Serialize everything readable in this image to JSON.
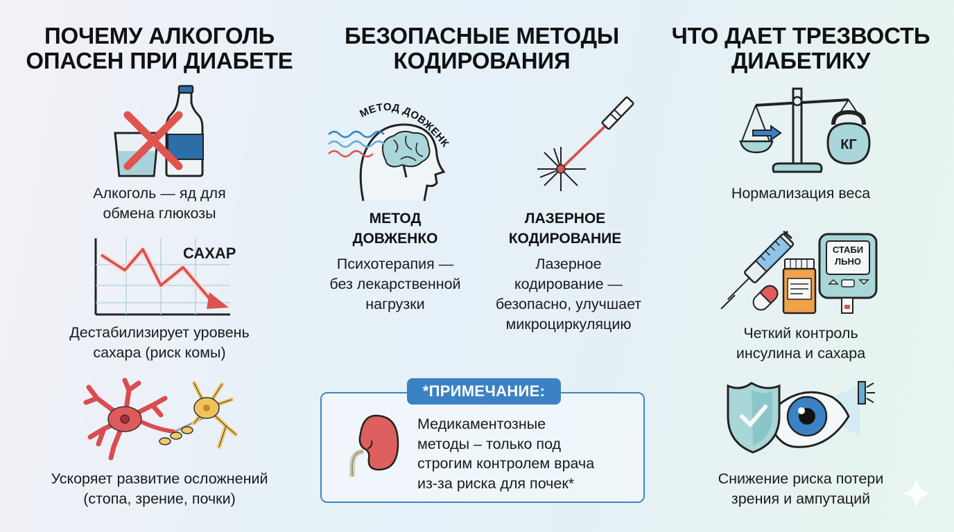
{
  "columns": {
    "left": {
      "title_lines": [
        "ПОЧЕМУ АЛКОГОЛЬ",
        "ОПАСЕН ПРИ ДИАБЕТЕ"
      ],
      "items": [
        {
          "caption_lines": [
            "Алкоголь — яд для",
            "обмена глюкозы"
          ]
        },
        {
          "chart_label": "САХАР",
          "caption_lines": [
            "Дестабилизирует уровень",
            "сахара (риск комы)"
          ]
        },
        {
          "caption_lines": [
            "Ускоряет развитие осложнений",
            "(стопа, зрение, почки)"
          ]
        }
      ]
    },
    "middle": {
      "title_lines": [
        "БЕЗОПАСНЫЕ МЕТОДЫ",
        "КОДИРОВАНИЯ"
      ],
      "methods": [
        {
          "arc_label": "МЕТОД ДОВЖЕНКО",
          "title_lines": [
            "МЕТОД",
            "ДОВЖЕНКО"
          ],
          "caption_lines": [
            "Психотерапия —",
            "без лекарственной",
            "нагрузки"
          ]
        },
        {
          "title_lines": [
            "ЛАЗЕРНОЕ",
            "КОДИРОВАНИЕ"
          ],
          "caption_lines": [
            "Лазерное",
            "кодирование —",
            "безопасно, улучшает",
            "микроциркуляцию"
          ]
        }
      ],
      "note": {
        "label": "*ПРИМЕЧАНИЕ:",
        "text_lines": [
          "Медикаментозные",
          "методы – только под",
          "строгим контролем врача",
          "из-за риска для почек*"
        ]
      }
    },
    "right": {
      "title_lines": [
        "ЧТО ДАЕТ ТРЕЗВОСТЬ",
        "ДИАБЕТИКУ"
      ],
      "items": [
        {
          "weight_label": "КГ",
          "caption_lines": [
            "Нормализация веса"
          ]
        },
        {
          "meter_label_lines": [
            "СТАБИ",
            "ЛЬНО"
          ],
          "caption_lines": [
            "Четкий контроль",
            "инсулина и сахара"
          ]
        },
        {
          "caption_lines": [
            "Снижение риска потери",
            "зрения и ампутаций"
          ]
        }
      ]
    }
  },
  "colors": {
    "accent_blue": "#3b82c4",
    "danger_red": "#e0524f",
    "teal": "#a9d6d8",
    "ink": "#1a1a1a"
  }
}
